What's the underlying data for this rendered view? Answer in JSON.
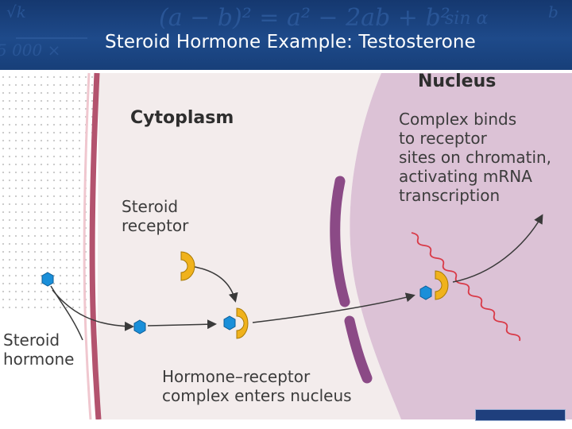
{
  "slide": {
    "title": "Steroid Hormone Example: Testosterone"
  },
  "diagram": {
    "cytoplasm_label": "Cytoplasm",
    "nucleus_label": "Nucleus",
    "nucleus_annotation": "Complex binds\nto receptor\nsites on chromatin,\nactivating mRNA\ntranscription",
    "receptor_label": "Steroid\nreceptor",
    "hormone_label": "Steroid\nhormone",
    "complex_label": "Hormone–receptor\ncomplex enters nucleus"
  },
  "colors": {
    "header_blue": "#1e4a8a",
    "cytoplasm": "#f3ecec",
    "nucleus": "#dcc2d6",
    "membrane": "#b3536e",
    "nuclear_envelope": "#8b4a86",
    "receptor": "#f0b21c",
    "hormone": "#1a8fd9",
    "mrna": "#d93a48"
  }
}
